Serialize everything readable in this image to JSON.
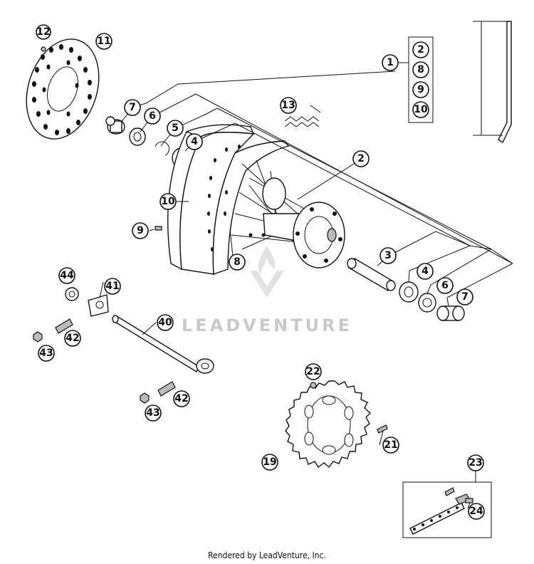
{
  "diagram": {
    "callouts": {
      "c12": "12",
      "c11": "11",
      "c7a": "7",
      "c6a": "6",
      "c5": "5",
      "c4a": "4",
      "c13": "13",
      "c2": "2",
      "c10": "10",
      "c9": "9",
      "c8": "8",
      "c3": "3",
      "c4b": "4",
      "c6b": "6",
      "c7b": "7",
      "c44": "44",
      "c41": "41",
      "c40": "40",
      "c42a": "42",
      "c43a": "43",
      "c42b": "42",
      "c43b": "43",
      "c22": "22",
      "c21": "21",
      "c19": "19",
      "c23": "23",
      "c24": "24",
      "c1": "1"
    },
    "kit_box": [
      "2",
      "8",
      "9",
      "10"
    ]
  },
  "watermark": {
    "text": "LEADVENTURE"
  },
  "footer": {
    "text": "Rendered by LeadVenture, Inc."
  }
}
